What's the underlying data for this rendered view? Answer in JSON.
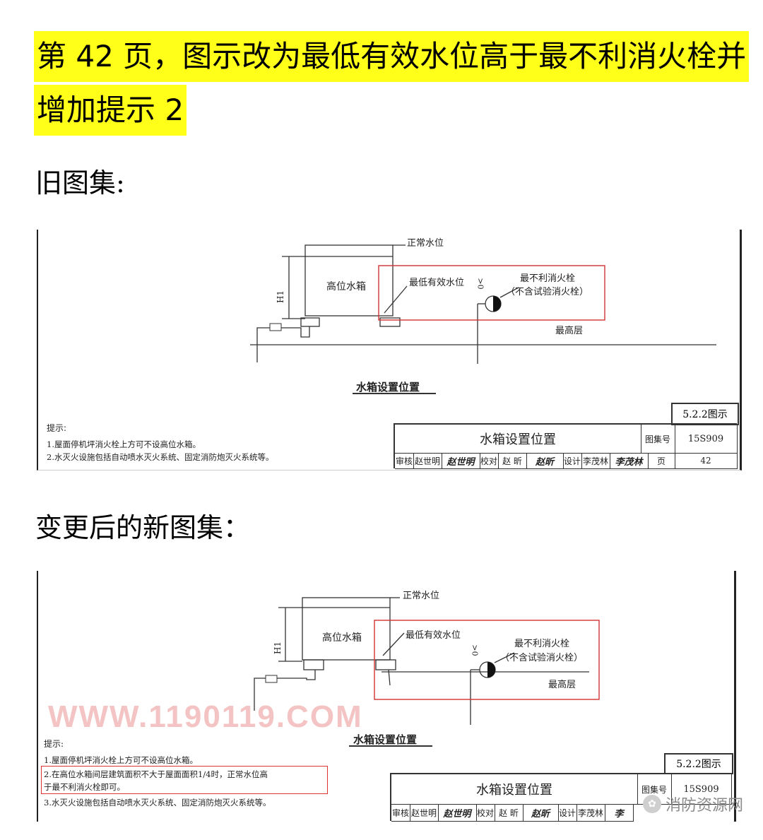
{
  "headline": {
    "line1": "第 42 页，图示改为最低有效水位高于最不利消火栓并",
    "line2": "增加提示 2"
  },
  "sections": {
    "old_label": "旧图集:",
    "new_label": "变更后的新图集："
  },
  "old_drawing": {
    "normal_water_level": "正常水位",
    "tank_label": "高位水箱",
    "lowest_effective_level": "最低有效水位",
    "height_symbol": "H1",
    "gt_zero": ">0",
    "worst_hydrant": "最不利消火栓",
    "worst_hydrant_note": "（不含试验消火栓）",
    "top_floor": "最高层",
    "caption": "水箱设置位置",
    "sheet_code": "5.2.2图示",
    "notes_title": "提示:",
    "notes": [
      "1.屋面停机坪消火栓上方可不设高位水箱。",
      "2.水灭火设施包括自动喷水灭火系统、固定消防炮灭火系统等。"
    ],
    "title_block": {
      "title": "水箱设置位置",
      "atlas_no_label": "图集号",
      "atlas_no": "15S909",
      "page_label": "页",
      "page": "42",
      "review_label": "审核",
      "reviewer": "赵世明",
      "reviewer_sig": "赵世明",
      "check_label": "校对",
      "checker": "赵 昕",
      "checker_sig": "赵昕",
      "design_label": "设计",
      "designer": "李茂林",
      "designer_sig": "李茂林"
    }
  },
  "new_drawing": {
    "normal_water_level": "正常水位",
    "tank_label": "高位水箱",
    "lowest_effective_level": "最低有效水位",
    "height_symbol": "H1",
    "gt_zero": ">0",
    "worst_hydrant": "最不利消火栓",
    "worst_hydrant_note": "（不含试验消火栓）",
    "top_floor": "最高层",
    "caption": "水箱设置位置",
    "watermark": "WWW.1190119.COM",
    "sheet_code": "5.2.2图示",
    "notes_title": "提示:",
    "notes": [
      "1.屋面停机坪消火栓上方可不设高位水箱。",
      "2.在高位水箱间层建筑面积不大于屋面面积1/4时，正常水位高",
      "于最不利消火栓即可。",
      "3.水灭火设施包括自动喷水灭火系统、固定消防炮灭火系统等。"
    ],
    "title_block": {
      "title": "水箱设置位置",
      "atlas_no_label": "图集号",
      "atlas_no": "15S909",
      "review_label": "审核",
      "reviewer": "赵世明",
      "reviewer_sig": "赵世明",
      "check_label": "校对",
      "checker": "赵 昕",
      "checker_sig": "赵昕",
      "design_label": "设计",
      "designer": "李茂林",
      "designer_sig": "李"
    }
  },
  "brand": {
    "name": "消防资源网"
  },
  "colors": {
    "highlight": "#ffff1a",
    "red_box": "#d33333",
    "watermark": "#f4c3c3"
  }
}
